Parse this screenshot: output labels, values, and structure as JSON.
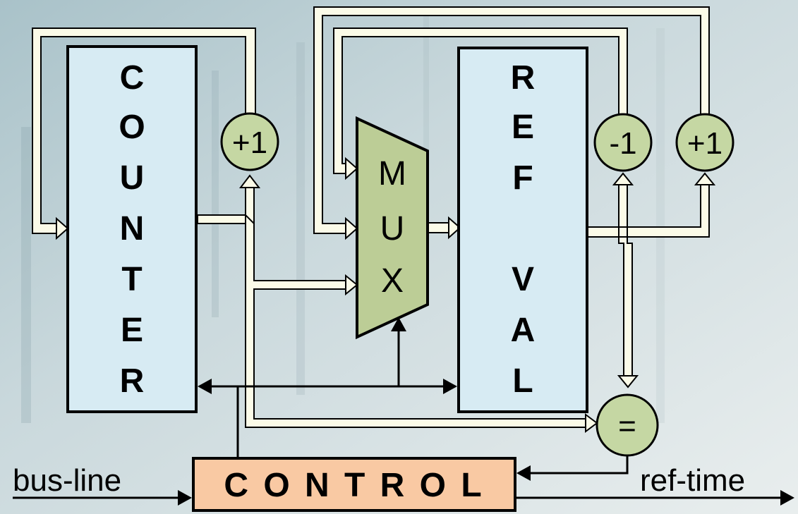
{
  "blocks": {
    "counter": {
      "letters": [
        "C",
        "O",
        "U",
        "N",
        "T",
        "E",
        "R"
      ]
    },
    "ref_val": {
      "letters": [
        "R",
        "E",
        "F",
        "V",
        "A",
        "L"
      ]
    },
    "mux": {
      "letters": [
        "M",
        "U",
        "X"
      ]
    },
    "control": {
      "label": "C O N T R O L"
    }
  },
  "operators": {
    "counter_increment": "+1",
    "ref_decrement": "-1",
    "ref_increment": "+1",
    "compare": "="
  },
  "signals": {
    "input": "bus-line",
    "output": "ref-time"
  },
  "colors": {
    "register_fill": "#d7ebf3",
    "operator_fill": "#c5d7a3",
    "mux_fill": "#bccd96",
    "control_fill": "#f9c9a3",
    "bus_fill": "#fbfbe8",
    "line": "#000000"
  }
}
